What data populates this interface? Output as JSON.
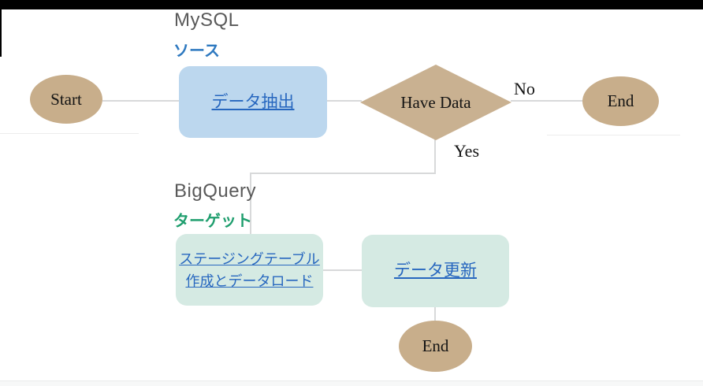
{
  "window": {
    "top_bar_color": "#000000",
    "bottom_bar_color": "#F7F8F8"
  },
  "sections": {
    "source": {
      "system": "MySQL",
      "role": "ソース",
      "role_color": "#2E79C0",
      "system_color": "#595959"
    },
    "target": {
      "system": "BigQuery",
      "role": "ターゲット",
      "role_color": "#1F9E6E",
      "system_color": "#595959"
    }
  },
  "nodes": {
    "start": {
      "label": "Start",
      "shape": "terminator",
      "fill": "#C8AE8B"
    },
    "extract": {
      "label": "データ抽出",
      "shape": "process",
      "fill": "#BCD7EE",
      "is_link": true
    },
    "decision": {
      "label": "Have Data",
      "shape": "diamond",
      "fill": "#C9B191"
    },
    "end_top": {
      "label": "End",
      "shape": "terminator",
      "fill": "#C8AE8B"
    },
    "staging": {
      "line1": "ステージングテーブル",
      "line2": "作成とデータロード",
      "shape": "process",
      "fill": "#D5EAE3",
      "is_link": true
    },
    "update": {
      "label": "データ更新",
      "shape": "process",
      "fill": "#D5EAE3",
      "is_link": true
    },
    "end_bottom": {
      "label": "End",
      "shape": "terminator",
      "fill": "#C8AE8B"
    }
  },
  "edges": {
    "no_label": "No",
    "yes_label": "Yes",
    "connector_color": "#D8D9DA"
  },
  "colors": {
    "link_text": "#2767BF"
  }
}
